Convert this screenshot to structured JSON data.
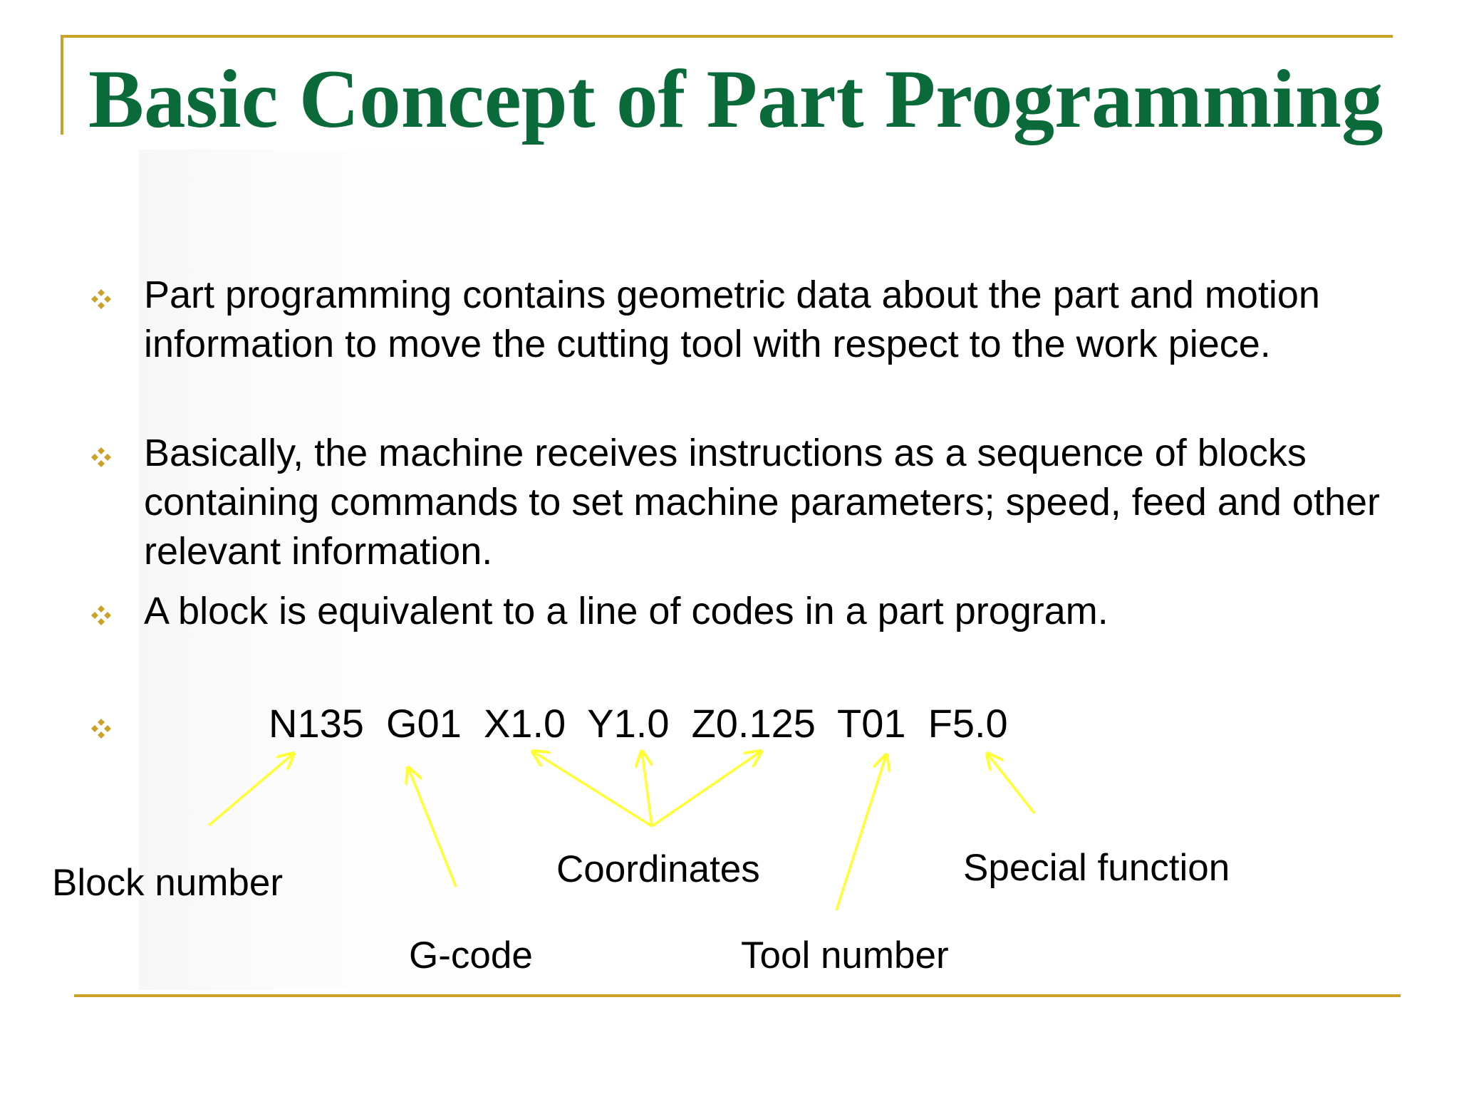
{
  "slide": {
    "title": "Basic Concept of Part Programming",
    "colors": {
      "title": "#0b6a3a",
      "rule": "#c9a227",
      "bullet": "#c9a227",
      "arrow": "#ffff33"
    }
  },
  "bullets": [
    {
      "icon": "diamond-bullet-icon",
      "text": "Part programming contains geometric data about the part and motion information to move the cutting tool with respect to the work piece."
    },
    {
      "icon": "diamond-bullet-icon",
      "text": "Basically, the machine receives instructions as a sequence of blocks containing commands to set machine parameters; speed, feed and other relevant information."
    },
    {
      "icon": "diamond-bullet-icon",
      "text": "A block is equivalent to a line of codes in a part program."
    }
  ],
  "code_example": {
    "icon": "diamond-bullet-icon",
    "line": "N135  G01  X1.0  Y1.0  Z0.125  T01  F5.0"
  },
  "labels": {
    "block_number": "Block number",
    "g_code": "G-code",
    "coordinates": "Coordinates",
    "tool_number": "Tool number",
    "special_function": "Special function"
  }
}
